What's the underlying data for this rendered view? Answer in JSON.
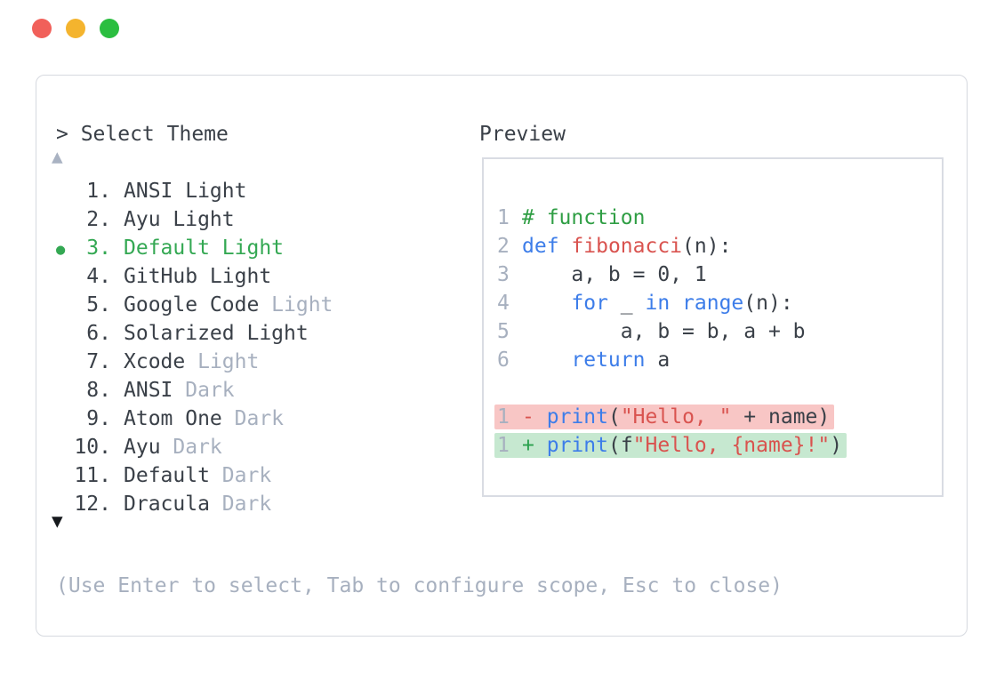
{
  "colors": {
    "ink": "#3a4048",
    "grey": "#a7b0bf",
    "green_selected": "#34a853",
    "green_comment": "#2f9e44",
    "green_plus": "#2aa14e",
    "blue": "#3d7de9",
    "red": "#d9534f",
    "diff_red_bg": "#f8c6c5",
    "diff_green_bg": "#c6e8d0",
    "panel_border": "#d6d9df",
    "preview_border": "#d9dce3",
    "scroll_up": "#a9b2c2",
    "scroll_down": "#16191d",
    "dot_red": "#f1605a",
    "dot_yellow": "#f4b42e",
    "dot_green": "#2bbe40"
  },
  "window": {
    "controls": [
      "close",
      "minimize",
      "zoom"
    ]
  },
  "picker": {
    "prompt": "> Select Theme",
    "scroll_up_symbol": "▲",
    "scroll_down_symbol": "▼",
    "bullet_symbol": "●",
    "hint": "(Use Enter to select, Tab to configure scope, Esc to close)",
    "items": [
      {
        "number": "1.",
        "text": "ANSI Light",
        "dim": "",
        "selected": false
      },
      {
        "number": "2.",
        "text": "Ayu Light",
        "dim": "",
        "selected": false
      },
      {
        "number": "3.",
        "text": "Default Light",
        "dim": "",
        "selected": true
      },
      {
        "number": "4.",
        "text": "GitHub Light",
        "dim": "",
        "selected": false
      },
      {
        "number": "5.",
        "text": "Google Code ",
        "dim": "Light",
        "selected": false
      },
      {
        "number": "6.",
        "text": "Solarized Light",
        "dim": "",
        "selected": false
      },
      {
        "number": "7.",
        "text": "Xcode ",
        "dim": "Light",
        "selected": false
      },
      {
        "number": "8.",
        "text": "ANSI ",
        "dim": "Dark",
        "selected": false
      },
      {
        "number": "9.",
        "text": "Atom One ",
        "dim": "Dark",
        "selected": false
      },
      {
        "number": "10.",
        "text": "Ayu ",
        "dim": "Dark",
        "selected": false
      },
      {
        "number": "11.",
        "text": "Default ",
        "dim": "Dark",
        "selected": false
      },
      {
        "number": "12.",
        "text": "Dracula ",
        "dim": "Dark",
        "selected": false
      }
    ]
  },
  "preview": {
    "title": "Preview",
    "lines": [
      {
        "num": "1",
        "diff": null,
        "tokens": [
          [
            "comment",
            "# function"
          ]
        ]
      },
      {
        "num": "2",
        "diff": null,
        "tokens": [
          [
            "kw",
            "def"
          ],
          [
            "plain",
            " "
          ],
          [
            "fn",
            "fibonacci"
          ],
          [
            "plain",
            "(n):"
          ]
        ]
      },
      {
        "num": "3",
        "diff": null,
        "tokens": [
          [
            "plain",
            "    a, b = 0, 1"
          ]
        ]
      },
      {
        "num": "4",
        "diff": null,
        "tokens": [
          [
            "plain",
            "    "
          ],
          [
            "kw",
            "for"
          ],
          [
            "plain",
            " _ "
          ],
          [
            "kw",
            "in"
          ],
          [
            "plain",
            " "
          ],
          [
            "kw",
            "range"
          ],
          [
            "plain",
            "(n):"
          ]
        ]
      },
      {
        "num": "5",
        "diff": null,
        "tokens": [
          [
            "plain",
            "        a, b = b, a + b"
          ]
        ]
      },
      {
        "num": "6",
        "diff": null,
        "tokens": [
          [
            "plain",
            "    "
          ],
          [
            "kw",
            "return"
          ],
          [
            "plain",
            " a"
          ]
        ]
      },
      {
        "num": "",
        "diff": null,
        "tokens": []
      },
      {
        "num": "1",
        "diff": "removed",
        "tokens": [
          [
            "minus",
            "-"
          ],
          [
            "plain",
            " "
          ],
          [
            "kw",
            "print"
          ],
          [
            "plain",
            "("
          ],
          [
            "str",
            "\"Hello, \""
          ],
          [
            "plain",
            " + name)"
          ]
        ]
      },
      {
        "num": "1",
        "diff": "added",
        "tokens": [
          [
            "plus",
            "+"
          ],
          [
            "plain",
            " "
          ],
          [
            "kw",
            "print"
          ],
          [
            "plain",
            "(f"
          ],
          [
            "str",
            "\"Hello, {name}!\""
          ],
          [
            "plain",
            ")"
          ]
        ]
      }
    ]
  }
}
